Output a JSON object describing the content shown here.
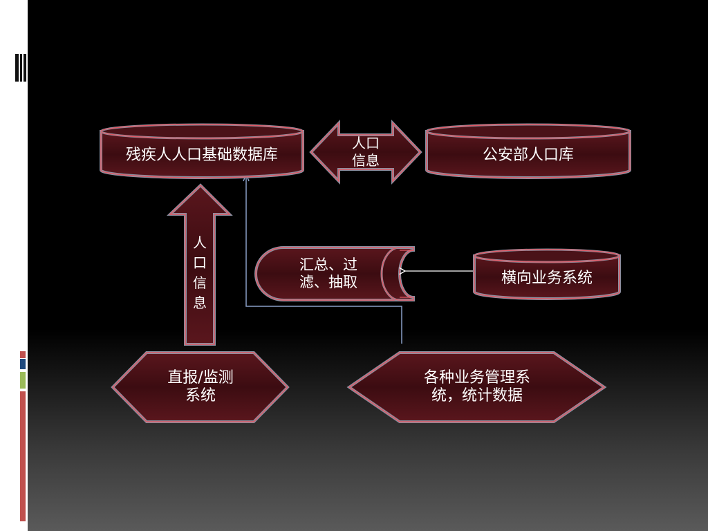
{
  "nodes": {
    "db_main": "残疾人人口基础数据库",
    "db_police": "公安部人口库",
    "exchange_arrow": "人口\n信息",
    "up_arrow": "人\n口\n信\n息",
    "process": "汇总、过\n滤、抽取",
    "horizontal_sys": "横向业务系统",
    "direct_report": "直报/监测\n系统",
    "business_mgmt": "各种业务管理系\n统，统计数据"
  },
  "colors": {
    "fill": "#4a1218",
    "fill_dark": "#3a0c10",
    "stroke": "#e05a66",
    "outline": "#8a8fa0",
    "accent_red": "#c0504d",
    "accent_blue": "#1f497d",
    "accent_green": "#9bbb59"
  }
}
